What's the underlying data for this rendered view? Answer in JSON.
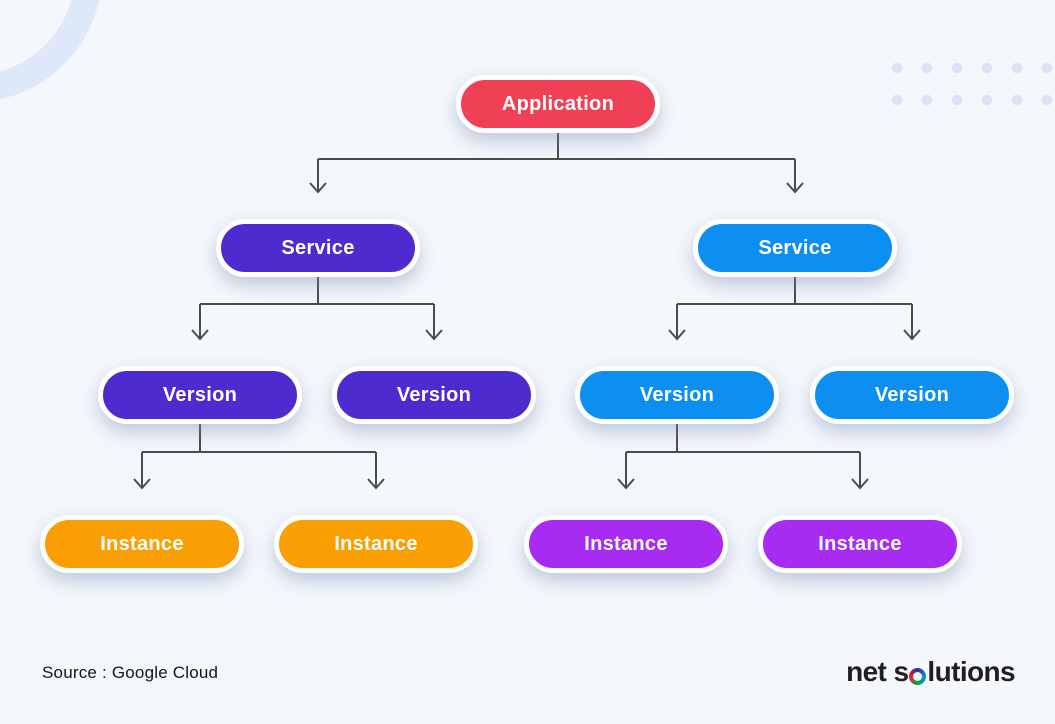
{
  "diagram": {
    "nodes": [
      {
        "id": "application",
        "label": "Application",
        "color": "#ef4056"
      },
      {
        "id": "service-left",
        "label": "Service",
        "color": "#4d2bce"
      },
      {
        "id": "service-right",
        "label": "Service",
        "color": "#0d8ff2"
      },
      {
        "id": "version-1",
        "label": "Version",
        "color": "#4d2bce"
      },
      {
        "id": "version-2",
        "label": "Version",
        "color": "#4d2bce"
      },
      {
        "id": "version-3",
        "label": "Version",
        "color": "#0d8ff2"
      },
      {
        "id": "version-4",
        "label": "Version",
        "color": "#0d8ff2"
      },
      {
        "id": "instance-1",
        "label": "Instance",
        "color": "#f99e03"
      },
      {
        "id": "instance-2",
        "label": "Instance",
        "color": "#f99e03"
      },
      {
        "id": "instance-3",
        "label": "Instance",
        "color": "#a72bf0"
      },
      {
        "id": "instance-4",
        "label": "Instance",
        "color": "#a72bf0"
      }
    ],
    "edges": [
      {
        "from": "application",
        "to": "service-left"
      },
      {
        "from": "application",
        "to": "service-right"
      },
      {
        "from": "service-left",
        "to": "version-1"
      },
      {
        "from": "service-left",
        "to": "version-2"
      },
      {
        "from": "service-right",
        "to": "version-3"
      },
      {
        "from": "service-right",
        "to": "version-4"
      },
      {
        "from": "version-1",
        "to": "instance-1"
      },
      {
        "from": "version-1",
        "to": "instance-2"
      },
      {
        "from": "version-3",
        "to": "instance-3"
      },
      {
        "from": "version-3",
        "to": "instance-4"
      }
    ]
  },
  "footer": {
    "source_text": "Source : Google Cloud"
  },
  "logo": {
    "text": "net solutions",
    "prefix": "net s",
    "suffix": "lutions"
  },
  "colors": {
    "background": "#f4f7fc",
    "connector": "#4b4b4b",
    "decor_arc": "#dde8f8",
    "decor_dots": "#d9e4f6",
    "node_text": "#ffffff"
  }
}
